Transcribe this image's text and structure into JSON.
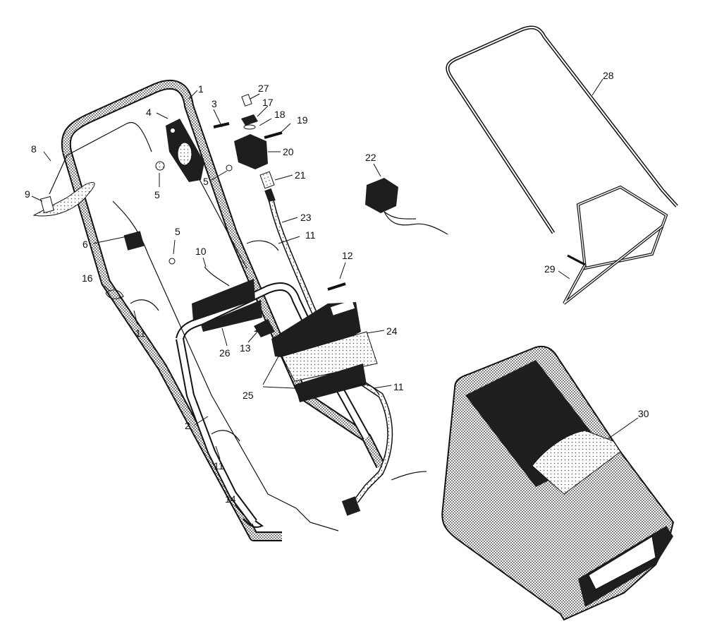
{
  "colors": {
    "ink": "#111111",
    "paper": "#ffffff",
    "stipple": "#3a3a3a",
    "dark_fill": "#1e1e1e"
  },
  "callouts": {
    "c1": "1",
    "c2": "2",
    "c3": "3",
    "c4": "4",
    "c5a": "5",
    "c5b": "5",
    "c5c": "5",
    "c6": "6",
    "c8": "8",
    "c9": "9",
    "c10": "10",
    "c11a": "11",
    "c11b": "11",
    "c11c": "11",
    "c11d": "11",
    "c12": "12",
    "c13": "13",
    "c14": "14",
    "c16": "16",
    "c17": "17",
    "c18": "18",
    "c19": "19",
    "c20": "20",
    "c21": "21",
    "c22": "22",
    "c23": "23",
    "c24": "24",
    "c25": "25",
    "c26": "26",
    "c27": "27",
    "c28": "28",
    "c29": "29",
    "c30": "30"
  },
  "parts": [
    {
      "ref": "upper-handle",
      "icon": "handle-icon"
    },
    {
      "ref": "lower-handle",
      "icon": "handle-icon"
    },
    {
      "ref": "control-box",
      "icon": "control-box-icon"
    },
    {
      "ref": "battery-charger",
      "icon": "charger-icon"
    },
    {
      "ref": "battery-pack",
      "icon": "battery-icon"
    },
    {
      "ref": "grass-bag-frame",
      "icon": "frame-icon"
    },
    {
      "ref": "grass-bag",
      "icon": "bag-icon"
    }
  ]
}
